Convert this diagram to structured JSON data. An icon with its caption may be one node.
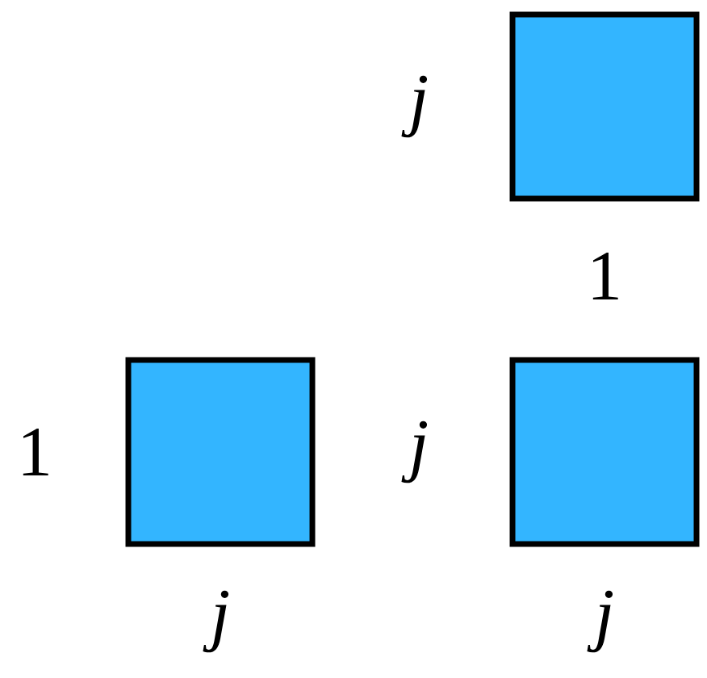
{
  "diagram": {
    "nodes": [
      {
        "text": [],
        "shape": "box",
        "beside": [
          "j",
          "1"
        ]
      },
      {
        "text": [],
        "shape": "box",
        "beside": [
          "1",
          "j"
        ]
      },
      {
        "text": [],
        "shape": "box",
        "beside": [
          "j",
          "j"
        ]
      }
    ]
  }
}
